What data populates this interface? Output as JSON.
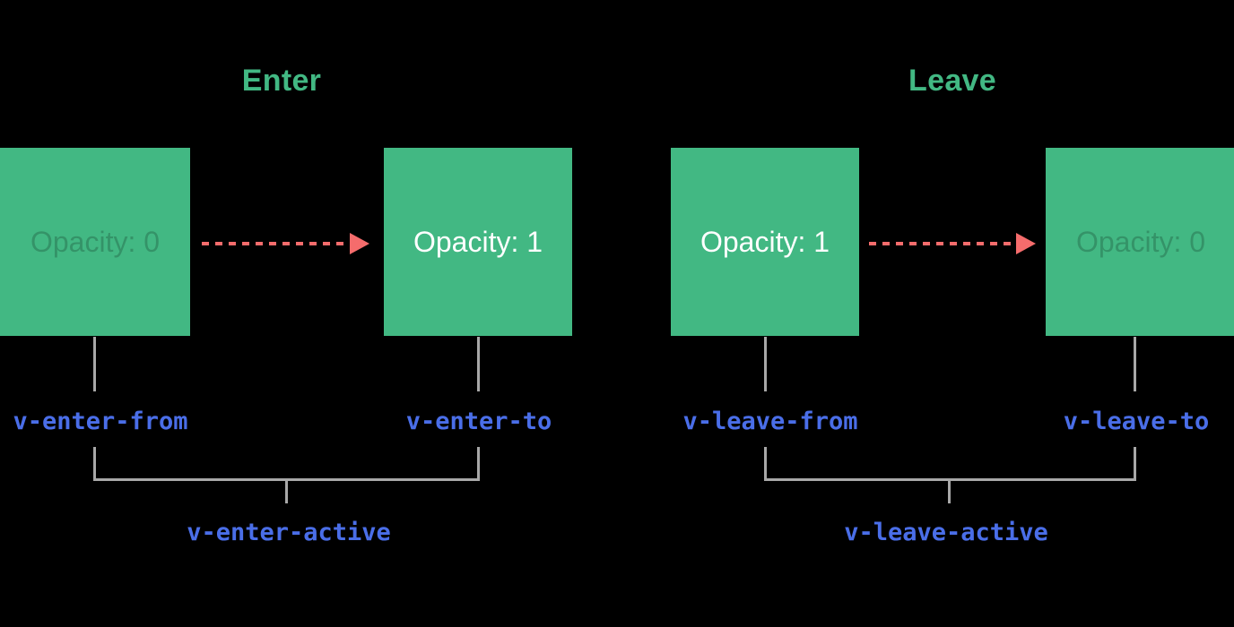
{
  "diagram": {
    "enter": {
      "title": "Enter",
      "from_box_label": "Opacity: 0",
      "to_box_label": "Opacity: 1",
      "from_class": "v-enter-from",
      "to_class": "v-enter-to",
      "active_class": "v-enter-active"
    },
    "leave": {
      "title": "Leave",
      "from_box_label": "Opacity: 1",
      "to_box_label": "Opacity: 0",
      "from_class": "v-leave-from",
      "to_class": "v-leave-to",
      "active_class": "v-leave-active"
    },
    "colors": {
      "background": "#000000",
      "box_green": "#42b883",
      "title_green": "#42b883",
      "class_label_blue": "#4a6ee8",
      "arrow_red": "#f56c6c",
      "connector_gray": "#a8a8a8",
      "box_text_white": "#ffffff"
    }
  }
}
